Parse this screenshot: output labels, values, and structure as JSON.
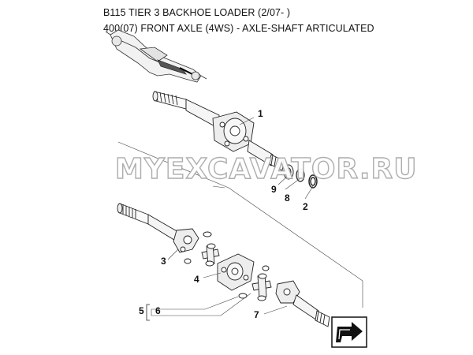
{
  "header": {
    "title": "B115 TIER 3 BACKHOE LOADER (2/07- )",
    "subtitle": "400(07) FRONT AXLE (4WS) - AXLE-SHAFT ARTICULATED"
  },
  "watermark": {
    "text": "MYEXCAVATOR.RU"
  },
  "callouts": {
    "c1": "1",
    "c2": "2",
    "c3": "3",
    "c4": "4",
    "c5": "5",
    "c6": "6",
    "c7": "7",
    "c8": "8",
    "c9": "9"
  },
  "nav": {
    "icon": "next-page-arrow-icon"
  },
  "colors": {
    "ink": "#111111",
    "watermark_outline": "#a9a9a9"
  }
}
